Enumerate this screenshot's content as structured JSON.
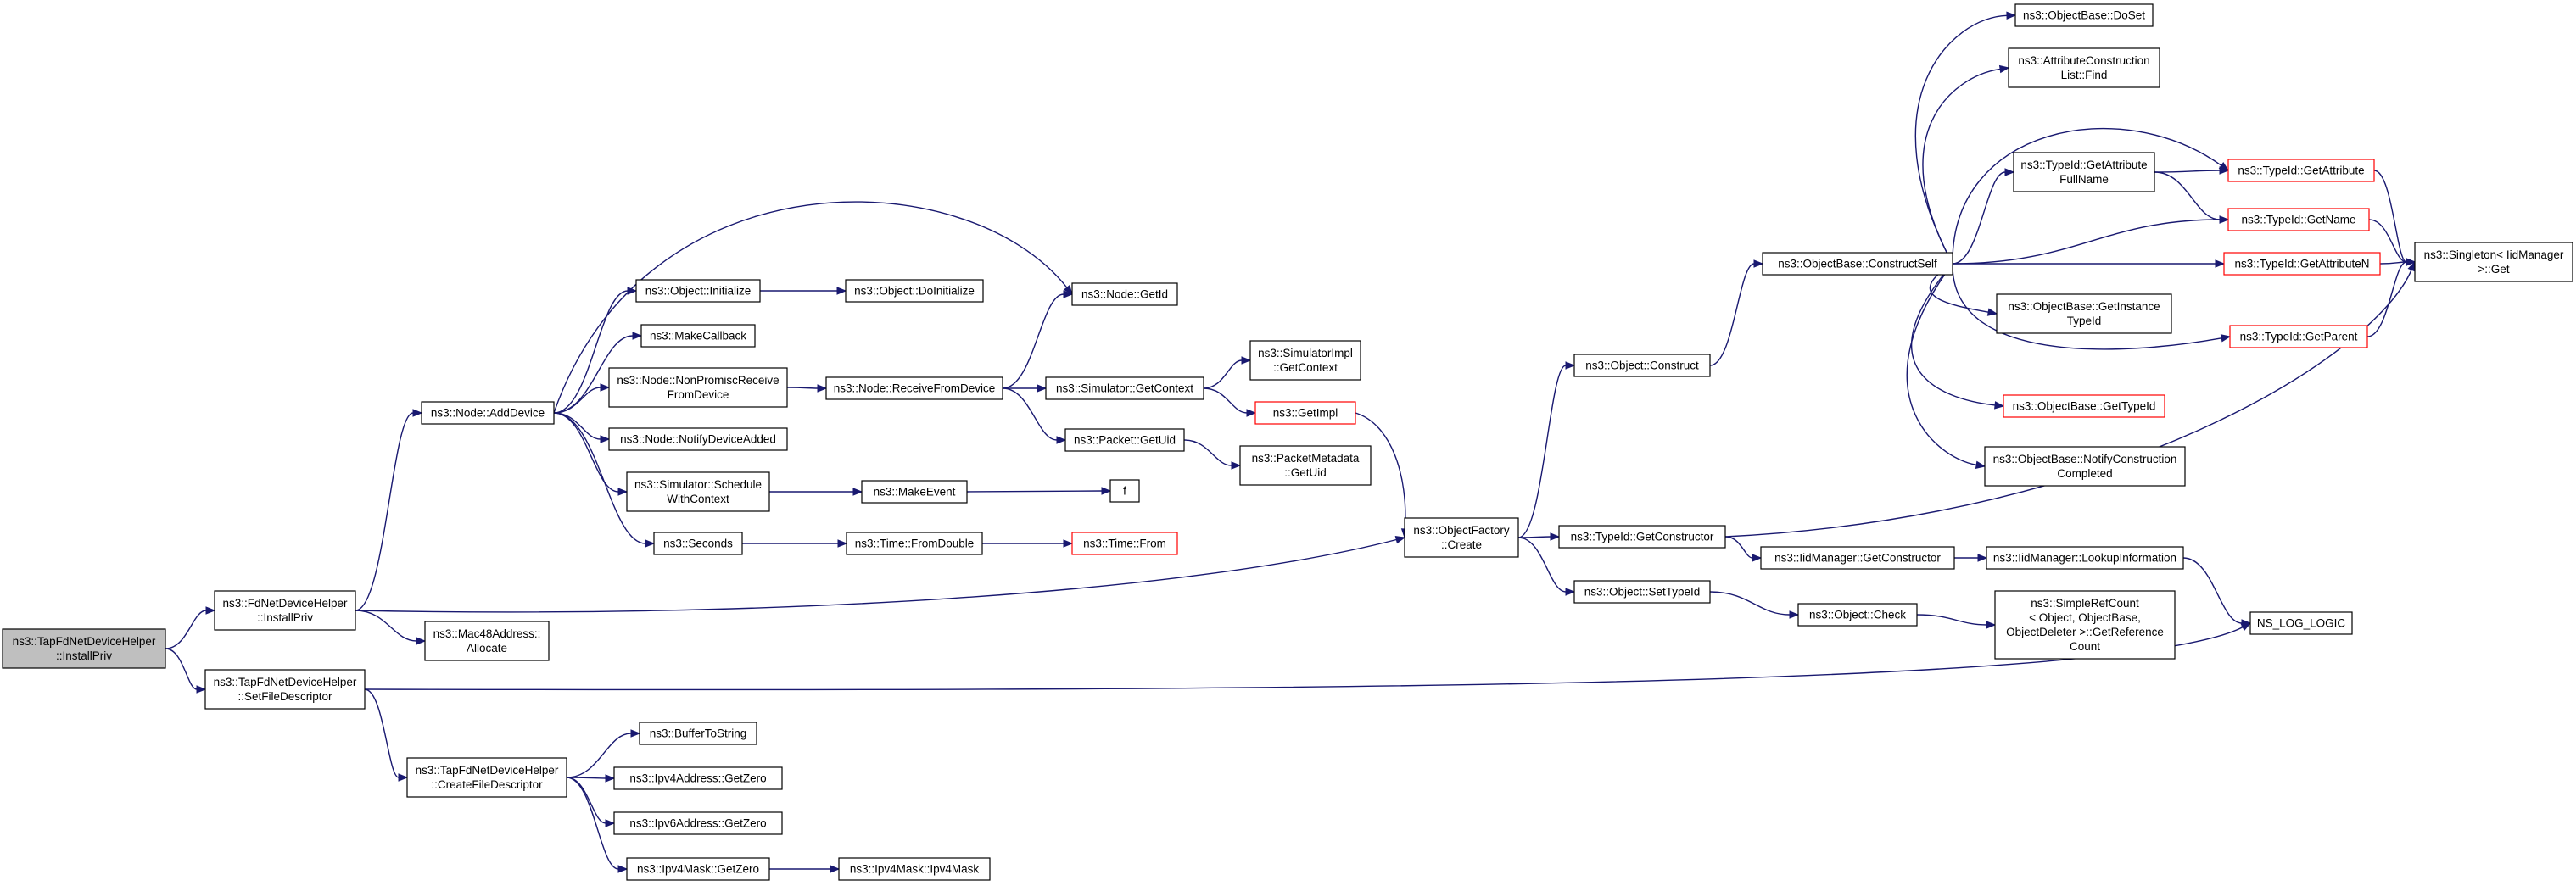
{
  "graph": {
    "nodes": [
      {
        "id": "root",
        "lines": [
          "ns3::TapFdNetDeviceHelper",
          "::InstallPriv"
        ],
        "style": "root"
      },
      {
        "id": "fd_install",
        "lines": [
          "ns3::FdNetDeviceHelper",
          "::InstallPriv"
        ],
        "style": "normal"
      },
      {
        "id": "tap_setfd",
        "lines": [
          "ns3::TapFdNetDeviceHelper",
          "::SetFileDescriptor"
        ],
        "style": "normal"
      },
      {
        "id": "add_device",
        "lines": [
          "ns3::Node::AddDevice"
        ],
        "style": "normal"
      },
      {
        "id": "mac48",
        "lines": [
          "ns3::Mac48Address::",
          "Allocate"
        ],
        "style": "normal"
      },
      {
        "id": "create_fd",
        "lines": [
          "ns3::TapFdNetDeviceHelper",
          "::CreateFileDescriptor"
        ],
        "style": "normal"
      },
      {
        "id": "obj_init",
        "lines": [
          "ns3::Object::Initialize"
        ],
        "style": "normal"
      },
      {
        "id": "make_cb",
        "lines": [
          "ns3::MakeCallback"
        ],
        "style": "normal"
      },
      {
        "id": "nonpromisc",
        "lines": [
          "ns3::Node::NonPromiscReceive",
          "FromDevice"
        ],
        "style": "normal"
      },
      {
        "id": "notify_added",
        "lines": [
          "ns3::Node::NotifyDeviceAdded"
        ],
        "style": "normal"
      },
      {
        "id": "sched_ctx",
        "lines": [
          "ns3::Simulator::Schedule",
          "WithContext"
        ],
        "style": "normal"
      },
      {
        "id": "seconds",
        "lines": [
          "ns3::Seconds"
        ],
        "style": "normal"
      },
      {
        "id": "buf2str",
        "lines": [
          "ns3::BufferToString"
        ],
        "style": "normal"
      },
      {
        "id": "ipv4_zero",
        "lines": [
          "ns3::Ipv4Address::GetZero"
        ],
        "style": "normal"
      },
      {
        "id": "ipv6_zero",
        "lines": [
          "ns3::Ipv6Address::GetZero"
        ],
        "style": "normal"
      },
      {
        "id": "mask_zero",
        "lines": [
          "ns3::Ipv4Mask::GetZero"
        ],
        "style": "normal"
      },
      {
        "id": "obj_doinit",
        "lines": [
          "ns3::Object::DoInitialize"
        ],
        "style": "normal"
      },
      {
        "id": "recv_from",
        "lines": [
          "ns3::Node::ReceiveFromDevice"
        ],
        "style": "normal"
      },
      {
        "id": "make_event",
        "lines": [
          "ns3::MakeEvent"
        ],
        "style": "normal"
      },
      {
        "id": "from_double",
        "lines": [
          "ns3::Time::FromDouble"
        ],
        "style": "normal"
      },
      {
        "id": "ipv4mask",
        "lines": [
          "ns3::Ipv4Mask::Ipv4Mask"
        ],
        "style": "normal"
      },
      {
        "id": "node_getid",
        "lines": [
          "ns3::Node::GetId"
        ],
        "style": "normal"
      },
      {
        "id": "sim_getctx",
        "lines": [
          "ns3::Simulator::GetContext"
        ],
        "style": "normal"
      },
      {
        "id": "pkt_getuid",
        "lines": [
          "ns3::Packet::GetUid"
        ],
        "style": "normal"
      },
      {
        "id": "f",
        "lines": [
          "f"
        ],
        "style": "normal"
      },
      {
        "id": "time_from",
        "lines": [
          "ns3::Time::From"
        ],
        "style": "red"
      },
      {
        "id": "simimpl_ctx",
        "lines": [
          "ns3::SimulatorImpl",
          "::GetContext"
        ],
        "style": "normal"
      },
      {
        "id": "getimpl",
        "lines": [
          "ns3::GetImpl"
        ],
        "style": "red"
      },
      {
        "id": "pktmeta_uid",
        "lines": [
          "ns3::PacketMetadata",
          "::GetUid"
        ],
        "style": "normal"
      },
      {
        "id": "objfactory_create",
        "lines": [
          "ns3::ObjectFactory",
          "::Create"
        ],
        "style": "normal"
      },
      {
        "id": "obj_construct",
        "lines": [
          "ns3::Object::Construct"
        ],
        "style": "normal"
      },
      {
        "id": "typeid_getctor",
        "lines": [
          "ns3::TypeId::GetConstructor"
        ],
        "style": "normal"
      },
      {
        "id": "obj_settypeid",
        "lines": [
          "ns3::Object::SetTypeId"
        ],
        "style": "normal"
      },
      {
        "id": "construct_self",
        "lines": [
          "ns3::ObjectBase::ConstructSelf"
        ],
        "style": "normal"
      },
      {
        "id": "iidm_getctor",
        "lines": [
          "ns3::IidManager::GetConstructor"
        ],
        "style": "normal"
      },
      {
        "id": "obj_check",
        "lines": [
          "ns3::Object::Check"
        ],
        "style": "normal"
      },
      {
        "id": "doset",
        "lines": [
          "ns3::ObjectBase::DoSet"
        ],
        "style": "normal"
      },
      {
        "id": "attr_find",
        "lines": [
          "ns3::AttributeConstruction",
          "List::Find"
        ],
        "style": "normal"
      },
      {
        "id": "attr_fullname",
        "lines": [
          "ns3::TypeId::GetAttribute",
          "FullName"
        ],
        "style": "normal"
      },
      {
        "id": "get_inst_tid",
        "lines": [
          "ns3::ObjectBase::GetInstance",
          "TypeId"
        ],
        "style": "normal"
      },
      {
        "id": "ob_gettid",
        "lines": [
          "ns3::ObjectBase::GetTypeId"
        ],
        "style": "red"
      },
      {
        "id": "notify_constr",
        "lines": [
          "ns3::ObjectBase::NotifyConstruction",
          "Completed"
        ],
        "style": "normal"
      },
      {
        "id": "iidm_lookup",
        "lines": [
          "ns3::IidManager::LookupInformation"
        ],
        "style": "normal"
      },
      {
        "id": "simple_ref",
        "lines": [
          "ns3::SimpleRefCount",
          "< Object, ObjectBase,",
          "ObjectDeleter >::GetReference",
          "Count"
        ],
        "style": "normal"
      },
      {
        "id": "tid_getattr",
        "lines": [
          "ns3::TypeId::GetAttribute"
        ],
        "style": "red"
      },
      {
        "id": "tid_getname",
        "lines": [
          "ns3::TypeId::GetName"
        ],
        "style": "red"
      },
      {
        "id": "tid_getattrn",
        "lines": [
          "ns3::TypeId::GetAttributeN"
        ],
        "style": "red"
      },
      {
        "id": "tid_getparent",
        "lines": [
          "ns3::TypeId::GetParent"
        ],
        "style": "red"
      },
      {
        "id": "singleton_get",
        "lines": [
          "ns3::Singleton< IidManager",
          ">::Get"
        ],
        "style": "normal"
      },
      {
        "id": "ns_log",
        "lines": [
          "NS_LOG_LOGIC"
        ],
        "style": "normal"
      }
    ],
    "edges": [
      [
        "root",
        "fd_install"
      ],
      [
        "root",
        "tap_setfd"
      ],
      [
        "fd_install",
        "add_device"
      ],
      [
        "fd_install",
        "mac48"
      ],
      [
        "fd_install",
        "objfactory_create"
      ],
      [
        "tap_setfd",
        "create_fd"
      ],
      [
        "tap_setfd",
        "ns_log"
      ],
      [
        "add_device",
        "node_getid"
      ],
      [
        "add_device",
        "obj_init"
      ],
      [
        "add_device",
        "make_cb"
      ],
      [
        "add_device",
        "nonpromisc"
      ],
      [
        "add_device",
        "notify_added"
      ],
      [
        "add_device",
        "sched_ctx"
      ],
      [
        "add_device",
        "seconds"
      ],
      [
        "create_fd",
        "buf2str"
      ],
      [
        "create_fd",
        "ipv4_zero"
      ],
      [
        "create_fd",
        "ipv6_zero"
      ],
      [
        "create_fd",
        "mask_zero"
      ],
      [
        "obj_init",
        "obj_doinit"
      ],
      [
        "nonpromisc",
        "recv_from"
      ],
      [
        "sched_ctx",
        "make_event"
      ],
      [
        "seconds",
        "from_double"
      ],
      [
        "mask_zero",
        "ipv4mask"
      ],
      [
        "recv_from",
        "node_getid"
      ],
      [
        "recv_from",
        "sim_getctx"
      ],
      [
        "recv_from",
        "pkt_getuid"
      ],
      [
        "make_event",
        "f"
      ],
      [
        "from_double",
        "time_from"
      ],
      [
        "sim_getctx",
        "simimpl_ctx"
      ],
      [
        "sim_getctx",
        "getimpl"
      ],
      [
        "pkt_getuid",
        "pktmeta_uid"
      ],
      [
        "getimpl",
        "objfactory_create"
      ],
      [
        "objfactory_create",
        "obj_construct"
      ],
      [
        "objfactory_create",
        "typeid_getctor"
      ],
      [
        "objfactory_create",
        "obj_settypeid"
      ],
      [
        "obj_construct",
        "construct_self"
      ],
      [
        "typeid_getctor",
        "iidm_getctor"
      ],
      [
        "typeid_getctor",
        "singleton_get"
      ],
      [
        "obj_settypeid",
        "obj_check"
      ],
      [
        "construct_self",
        "doset"
      ],
      [
        "construct_self",
        "attr_find"
      ],
      [
        "construct_self",
        "attr_fullname"
      ],
      [
        "construct_self",
        "tid_getattr"
      ],
      [
        "construct_self",
        "tid_getname"
      ],
      [
        "construct_self",
        "tid_getattrn"
      ],
      [
        "construct_self",
        "get_inst_tid"
      ],
      [
        "construct_self",
        "tid_getparent"
      ],
      [
        "construct_self",
        "ob_gettid"
      ],
      [
        "construct_self",
        "notify_constr"
      ],
      [
        "iidm_getctor",
        "iidm_lookup"
      ],
      [
        "iidm_lookup",
        "ns_log"
      ],
      [
        "obj_check",
        "simple_ref"
      ],
      [
        "attr_fullname",
        "tid_getattr"
      ],
      [
        "attr_fullname",
        "tid_getname"
      ],
      [
        "tid_getattr",
        "singleton_get"
      ],
      [
        "tid_getname",
        "singleton_get"
      ],
      [
        "tid_getattrn",
        "singleton_get"
      ],
      [
        "tid_getparent",
        "singleton_get"
      ]
    ]
  },
  "colors": {
    "edge": "#191970",
    "node_border": "#000000",
    "node_border_incomplete": "#ff0000",
    "root_fill": "#bfbfbf",
    "node_fill": "#ffffff"
  }
}
